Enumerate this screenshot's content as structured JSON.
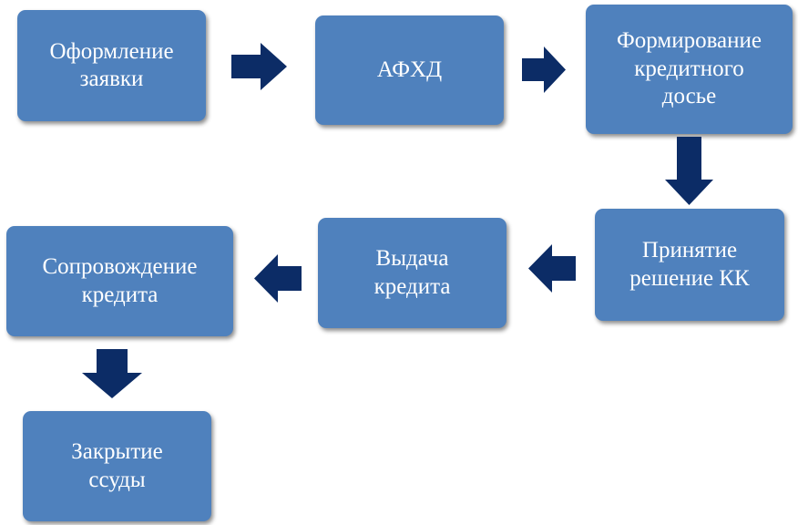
{
  "diagram": {
    "nodes": [
      {
        "id": "application",
        "label": "Оформление\nзаявки"
      },
      {
        "id": "afhd",
        "label": "АФХД"
      },
      {
        "id": "credit-file",
        "label": "Формирование\nкредитного\nдосье"
      },
      {
        "id": "committee-decision",
        "label": "Принятие\nрешение КК"
      },
      {
        "id": "issuance",
        "label": "Выдача\nкредита"
      },
      {
        "id": "servicing",
        "label": "Сопровождение\nкредита"
      },
      {
        "id": "closure",
        "label": "Закрытие\nссуды"
      }
    ],
    "edges": [
      {
        "from": "application",
        "to": "afhd",
        "direction": "right"
      },
      {
        "from": "afhd",
        "to": "credit-file",
        "direction": "right"
      },
      {
        "from": "credit-file",
        "to": "committee-decision",
        "direction": "down"
      },
      {
        "from": "committee-decision",
        "to": "issuance",
        "direction": "left"
      },
      {
        "from": "issuance",
        "to": "servicing",
        "direction": "left"
      },
      {
        "from": "servicing",
        "to": "closure",
        "direction": "down"
      }
    ],
    "colors": {
      "box_fill": "#4f81bd",
      "box_text": "#ffffff",
      "arrow_fill": "#0c2c66"
    }
  }
}
